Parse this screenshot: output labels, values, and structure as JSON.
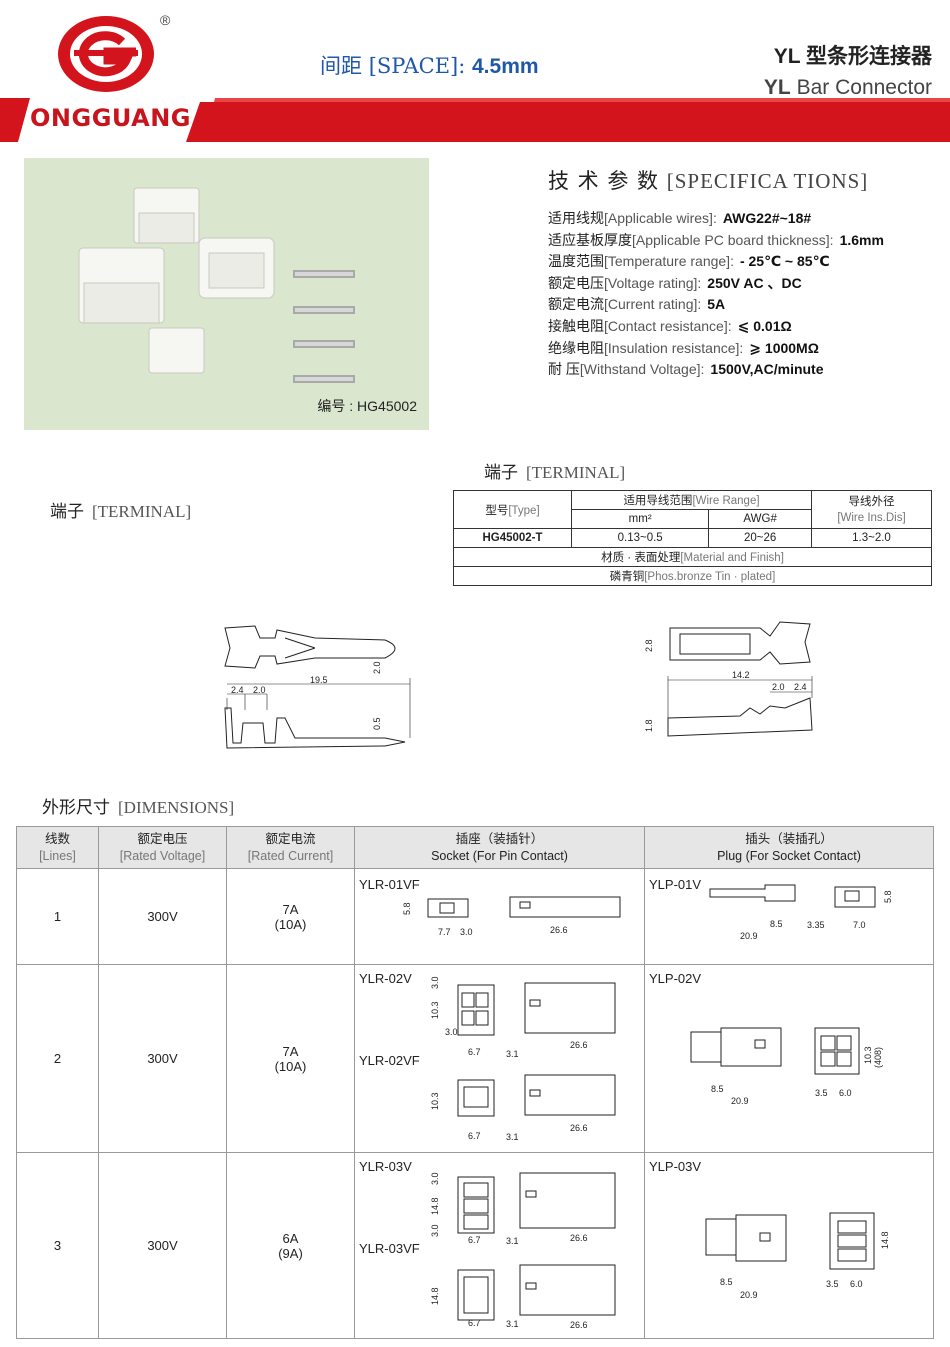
{
  "brand": {
    "name": "ONGGUANG",
    "registered": "®",
    "logo_color": "#d4141c"
  },
  "header": {
    "spacing_cn": "间距",
    "spacing_en": "[SPACE]:",
    "spacing_val": "4.5mm",
    "title_cn": "YL 型条形连接器",
    "title_en_a": "YL",
    "title_en_b": "Bar Connector"
  },
  "photo": {
    "code": "编号 : HG45002"
  },
  "specs": {
    "title_cn": "技 术 参 数",
    "title_en": "[SPECIFICA TIONS]",
    "rows": [
      {
        "cn": "适用线规",
        "en": "[Applicable wires]:",
        "val": "AWG22#~18#"
      },
      {
        "cn": "适应基板厚度",
        "en": "[Applicable PC board thickness]:",
        "val": "1.6mm"
      },
      {
        "cn": "温度范围",
        "en": "[Temperature range]:",
        "val": "- 25℃ ~ 85℃"
      },
      {
        "cn": "额定电压",
        "en": "[Voltage rating]:",
        "val": "250V  AC 、DC"
      },
      {
        "cn": "额定电流",
        "en": "[Current rating]:",
        "val": "5A"
      },
      {
        "cn": "接触电阻",
        "en": "[Contact resistance]:",
        "val": "⩽ 0.01Ω"
      },
      {
        "cn": "绝缘电阻",
        "en": "[Insulation resistance]:",
        "val": "⩾ 1000MΩ"
      },
      {
        "cn": "耐      压",
        "en": "[Withstand Voltage]:",
        "val": "1500V,AC/minute"
      }
    ]
  },
  "terminal": {
    "head_cn": "端子",
    "head_en": "[TERMINAL]",
    "table": {
      "type_cn": "型号",
      "type_en": "[Type]",
      "range_cn": "适用导线范围",
      "range_en": "[Wire Range]",
      "mm2": "mm²",
      "awg": "AWG#",
      "dis_cn": "导线外径",
      "dis_en": "[Wire Ins.Dis]",
      "model": "HG45002-T",
      "mm2_val": "0.13~0.5",
      "awg_val": "20~26",
      "dis_val": "1.3~2.0",
      "mat_cn": "材质 · 表面处理",
      "mat_en": "[Material and Finish]",
      "mat_val_cn": "磷青铜",
      "mat_val_en": "[Phos.bronze Tin · plated]"
    },
    "left_dims": {
      "h": "2.0",
      "len": "19.5",
      "a": "2.4",
      "b": "2.0",
      "t": "0.5"
    },
    "right_dims": {
      "h": "2.8",
      "len": "14.2",
      "a": "2.0",
      "b": "2.4",
      "t": "1.8"
    }
  },
  "dimensions": {
    "head_cn": "外形尺寸",
    "head_en": "[DIMENSIONS]",
    "headers": {
      "lines_cn": "线数",
      "lines_en": "[Lines]",
      "volt_cn": "额定电压",
      "volt_en": "[Rated Voltage]",
      "curr_cn": "额定电流",
      "curr_en": "[Rated Current]",
      "socket_cn": "插座（装插针）",
      "socket_en": "Socket (For Pin Contact)",
      "plug_cn": "插头（装插孔）",
      "plug_en": "Plug (For Socket Contact)"
    },
    "rows": [
      {
        "lines": "1",
        "volt": "300V",
        "curr_a": "7A",
        "curr_b": "(10A)",
        "socket_models": [
          "YLR-01VF"
        ],
        "plug_model": "YLP-01V",
        "s_dims": [
          "5.8",
          "7.7",
          "3.0",
          "26.6"
        ],
        "p_dims": [
          "8.5",
          "20.9",
          "3.35",
          "7.0",
          "5.8"
        ]
      },
      {
        "lines": "2",
        "volt": "300V",
        "curr_a": "7A",
        "curr_b": "(10A)",
        "socket_models": [
          "YLR-02V",
          "YLR-02VF"
        ],
        "plug_model": "YLP-02V",
        "s_dims": [
          "3.0",
          "10.3",
          "3.0",
          "6.7",
          "3.1",
          "26.6"
        ],
        "p_dims": [
          "8.5",
          "20.9",
          "3.5",
          "6.0",
          "10.3",
          "(408)"
        ]
      },
      {
        "lines": "3",
        "volt": "300V",
        "curr_a": "6A",
        "curr_b": "(9A)",
        "socket_models": [
          "YLR-03V",
          "YLR-03VF"
        ],
        "plug_model": "YLP-03V",
        "s_dims": [
          "3.0",
          "14.8",
          "3.0",
          "6.7",
          "3.1",
          "26.6"
        ],
        "p_dims": [
          "8.5",
          "20.9",
          "3.5",
          "6.0",
          "14.8"
        ]
      }
    ]
  }
}
